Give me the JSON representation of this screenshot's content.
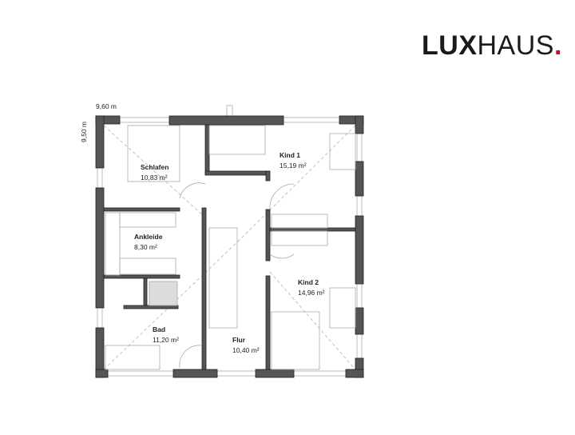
{
  "logo": {
    "bold": "LUX",
    "light": "HAUS",
    "dot": ".",
    "accent_color": "#c8102e"
  },
  "dimensions": {
    "width": "9,60 m",
    "depth": "9,50 m"
  },
  "rooms": [
    {
      "name": "Schlafen",
      "area": "10,83 m²"
    },
    {
      "name": "Kind 1",
      "area": "15,19 m²"
    },
    {
      "name": "Ankleide",
      "area": "8,30 m²"
    },
    {
      "name": "Kind 2",
      "area": "14,96 m²"
    },
    {
      "name": "Bad",
      "area": "11,20 m²"
    },
    {
      "name": "Flur",
      "area": "10,40 m²"
    }
  ]
}
